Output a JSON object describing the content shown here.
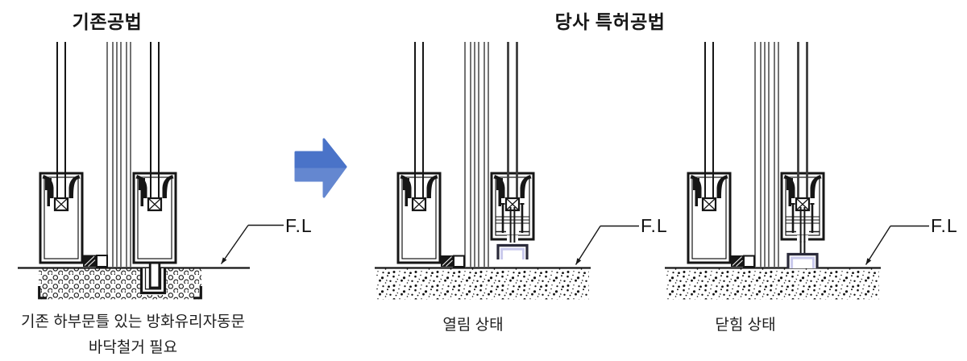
{
  "header": {
    "existing_title": "기존공법",
    "patent_title": "당사 특허공법"
  },
  "diagrams": {
    "existing": {
      "caption_line1": "기존 하부문틀 있는 방화유리자동문",
      "caption_line2": "바닥철거 필요",
      "floor_label": "F.L"
    },
    "patent_open": {
      "caption": "열림 상태",
      "floor_label": "F.L"
    },
    "patent_closed": {
      "caption": "닫힘 상태",
      "floor_label": "F.L"
    }
  },
  "icons": {
    "transition_arrow": "right-arrow"
  },
  "colors": {
    "line": "#161616",
    "arrow_top": "#4a73c8",
    "arrow_bottom": "#6487d0",
    "drop_seal": "#c9c9ec",
    "door_glass_dark": "#3c3c3c"
  }
}
